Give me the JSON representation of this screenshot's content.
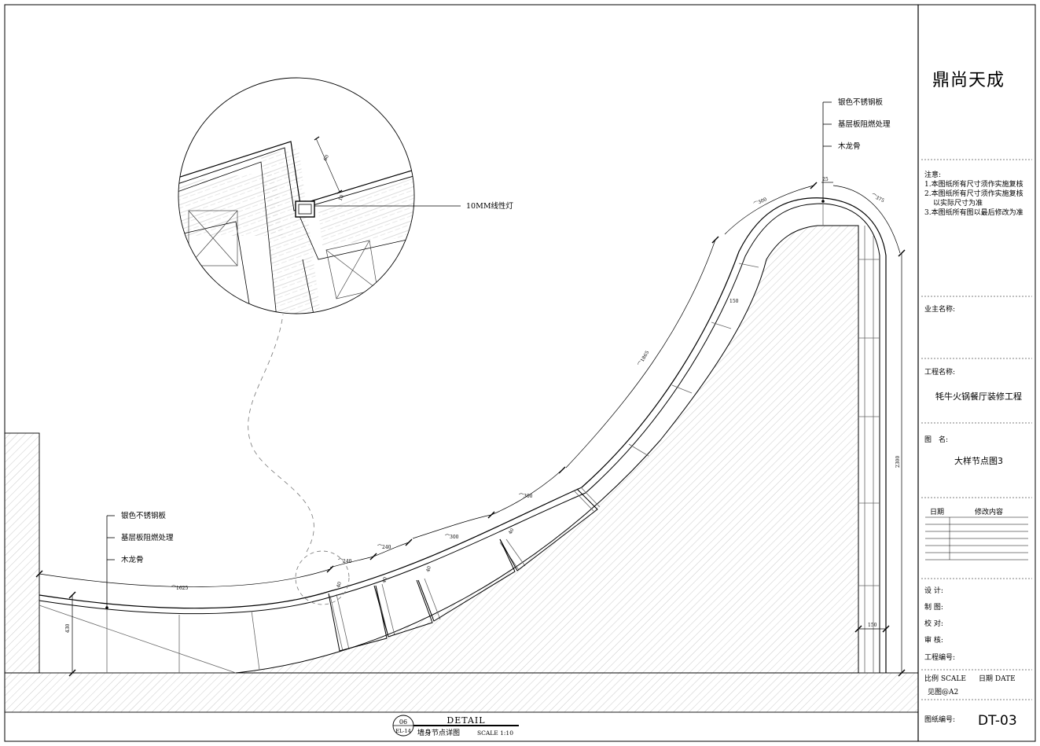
{
  "title_block": {
    "company": "鼎尚天成",
    "notes_title": "注意:",
    "notes": [
      "1.本图纸所有尺寸须作实施复核",
      "2.本图纸所有尺寸须作实施复核",
      "以实际尺寸为准",
      "3.本图纸所有图以最后修改为准"
    ],
    "owner_label": "业主名称:",
    "project_label": "工程名称:",
    "project_name": "牦牛火锅餐厅装修工程",
    "drawing_name_label": "图　名:",
    "drawing_name": "大样节点图3",
    "date_col": "日期",
    "revision_col": "修改内容",
    "design_label": "设 计:",
    "draft_label": "制 图:",
    "check_label": "校 对:",
    "review_label": "审 核:",
    "project_no_label": "工程编号:",
    "scale_label": "比例 SCALE",
    "date_label": "日期 DATE",
    "scale_value": "见图@A2",
    "drawing_no_label": "图纸编号:",
    "drawing_no": "DT-03"
  },
  "drawing": {
    "detail_label": "DETAIL",
    "detail_title": "墙身节点详图",
    "scale": "SCALE 1:10",
    "callout_number": "06",
    "callout_ref": "EL-14",
    "legend_right": [
      "银色不锈钢板",
      "基层板阻燃处理",
      "木龙骨"
    ],
    "legend_left": [
      "银色不锈钢板",
      "基层板阻燃处理",
      "木龙骨"
    ],
    "magnifier_note": "10MM线性灯",
    "dimensions": {
      "arc_1625": "⌒1625",
      "arc_240a": "⌒240",
      "arc_240b": "⌒240",
      "arc_300a": "⌒300",
      "arc_300b": "⌒300",
      "arc_1865": "⌒1865",
      "arc_300c": "⌒300",
      "arc_375": "⌒375",
      "height_430": "430",
      "height_2300": "2300",
      "dim_150a": "150",
      "dim_150b": "150",
      "dim_10": "10",
      "dim_60": "60",
      "dim_25": "25",
      "dim_40a": "40",
      "dim_40b": "40",
      "dim_40c": "40",
      "dim_40d": "40"
    }
  }
}
